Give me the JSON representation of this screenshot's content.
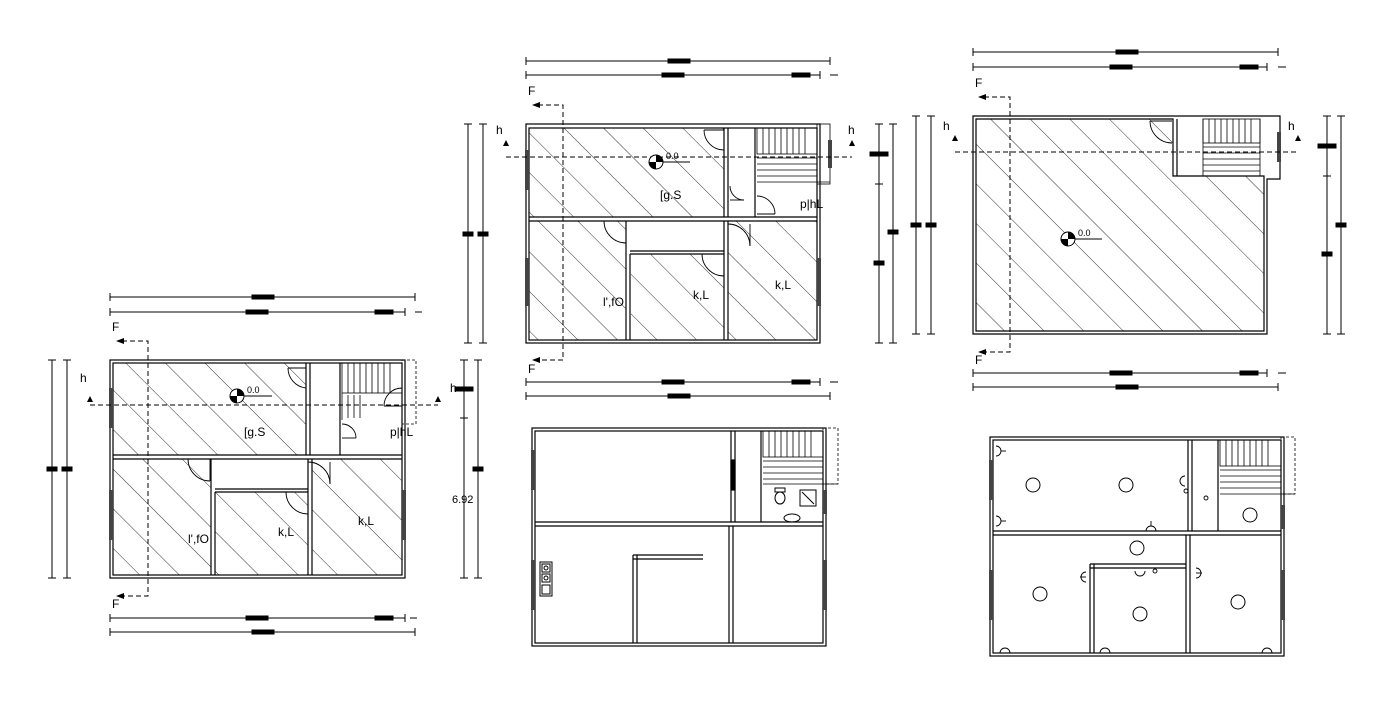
{
  "plan_left": {
    "room_labels": [
      "[g.S",
      "p|hL",
      "l',fO",
      "k,L",
      "k,L"
    ],
    "level_mark": "0.0",
    "section_marks": [
      "F",
      "F"
    ],
    "direction_marks": [
      "h",
      "h"
    ],
    "dimension_text": "6.92"
  },
  "plan_middle": {
    "room_labels": [
      "[g.S",
      "p|hL",
      "l',fO",
      "k,L",
      "k,L"
    ],
    "level_mark": "0.0",
    "section_marks": [
      "F",
      "F"
    ],
    "direction_marks": [
      "h",
      "h"
    ]
  },
  "plan_right": {
    "level_mark": "0.0",
    "section_marks": [
      "F",
      "F"
    ],
    "direction_marks": [
      "h",
      "h"
    ]
  },
  "colors": {
    "line": "#000000",
    "background": "#ffffff"
  }
}
